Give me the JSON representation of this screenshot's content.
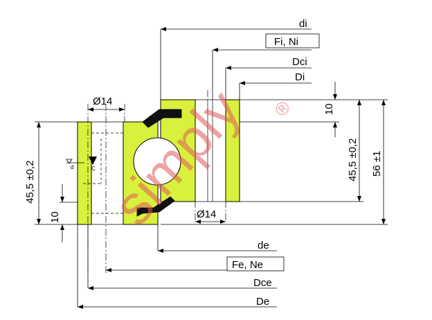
{
  "labels": {
    "di": "di",
    "fi_ni": "Fi, Ni",
    "dci": "Dci",
    "Di": "Di",
    "d14_top": "Ø14",
    "d14_bottom": "Ø14",
    "h10_right": "10",
    "h45_right": "45,5 ±0,2",
    "h56": "56 ±1",
    "h45_left": "45,5 ±0,2",
    "h10_left": "10",
    "de": "de",
    "fe_ne": "Fe, Ne",
    "dce": "Dce",
    "De": "De",
    "lube_d": "d",
    "lube_c": "C"
  },
  "watermark": {
    "text": "simply",
    "mark": "®",
    "color": "#e05a5a"
  },
  "colors": {
    "part_fill": "#d9f03c",
    "line": "#000000",
    "seal": "#111111"
  }
}
